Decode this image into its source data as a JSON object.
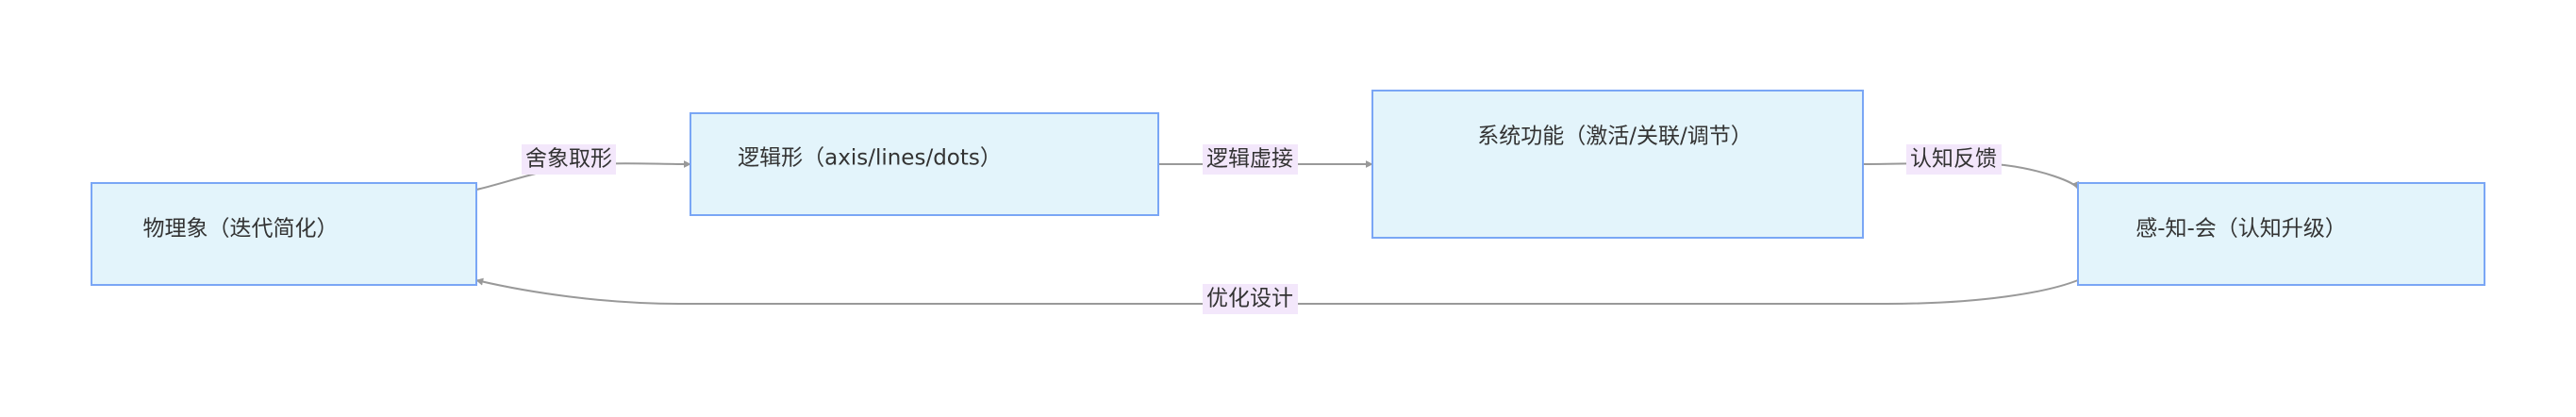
{
  "diagram": {
    "nodes": {
      "physical": {
        "label": "物理象（迭代简化）"
      },
      "logical": {
        "label": "逻辑形（axis/lines/dots）"
      },
      "system": {
        "label": "系统功能（激活/关联/调节）"
      },
      "cognition": {
        "label": "感-知-会（认知升级）"
      }
    },
    "edges": {
      "physical_to_logical": {
        "label": "舍象取形"
      },
      "logical_to_system": {
        "label": "逻辑虚接"
      },
      "system_to_cognition": {
        "label": "认知反馈"
      },
      "cognition_to_physical": {
        "label": "优化设计"
      }
    },
    "colors": {
      "node_fill": "#e3f4fb",
      "node_stroke": "#7aa6f5",
      "edge_stroke": "#999999",
      "edge_label_bg": "#f3e7fb",
      "text": "#333333"
    }
  }
}
